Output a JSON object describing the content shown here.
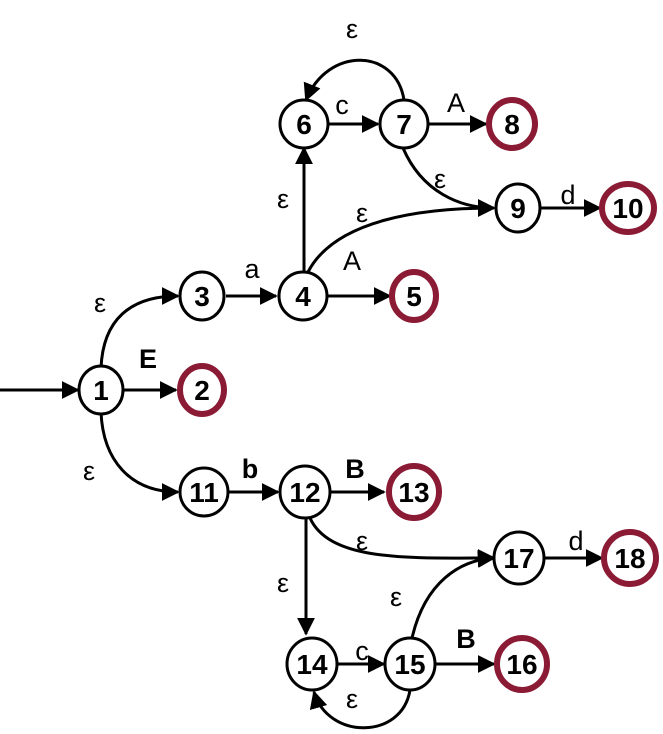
{
  "diagram": {
    "colors": {
      "stroke": "#000000",
      "accepting_stroke": "#8b1a35",
      "fill": "#ffffff"
    },
    "states": [
      {
        "id": "1",
        "label": "1",
        "accepting": false
      },
      {
        "id": "2",
        "label": "2",
        "accepting": true
      },
      {
        "id": "3",
        "label": "3",
        "accepting": false
      },
      {
        "id": "4",
        "label": "4",
        "accepting": false
      },
      {
        "id": "5",
        "label": "5",
        "accepting": true
      },
      {
        "id": "6",
        "label": "6",
        "accepting": false
      },
      {
        "id": "7",
        "label": "7",
        "accepting": false
      },
      {
        "id": "8",
        "label": "8",
        "accepting": true
      },
      {
        "id": "9",
        "label": "9",
        "accepting": false
      },
      {
        "id": "10",
        "label": "10",
        "accepting": true
      },
      {
        "id": "11",
        "label": "11",
        "accepting": false
      },
      {
        "id": "12",
        "label": "12",
        "accepting": false
      },
      {
        "id": "13",
        "label": "13",
        "accepting": true
      },
      {
        "id": "14",
        "label": "14",
        "accepting": false
      },
      {
        "id": "15",
        "label": "15",
        "accepting": false
      },
      {
        "id": "16",
        "label": "16",
        "accepting": true
      },
      {
        "id": "17",
        "label": "17",
        "accepting": false
      },
      {
        "id": "18",
        "label": "18",
        "accepting": true
      }
    ],
    "transitions": [
      {
        "from": "start",
        "to": "1",
        "label": ""
      },
      {
        "from": "1",
        "to": "2",
        "label": "E"
      },
      {
        "from": "1",
        "to": "3",
        "label": "ε"
      },
      {
        "from": "1",
        "to": "11",
        "label": "ε"
      },
      {
        "from": "3",
        "to": "4",
        "label": "a"
      },
      {
        "from": "4",
        "to": "5",
        "label": "A"
      },
      {
        "from": "4",
        "to": "6",
        "label": "ε"
      },
      {
        "from": "4",
        "to": "9",
        "label": "ε"
      },
      {
        "from": "6",
        "to": "7",
        "label": "c"
      },
      {
        "from": "7",
        "to": "6",
        "label": "ε"
      },
      {
        "from": "7",
        "to": "8",
        "label": "A"
      },
      {
        "from": "7",
        "to": "9",
        "label": "ε"
      },
      {
        "from": "9",
        "to": "10",
        "label": "d"
      },
      {
        "from": "11",
        "to": "12",
        "label": "b"
      },
      {
        "from": "12",
        "to": "13",
        "label": "B"
      },
      {
        "from": "12",
        "to": "14",
        "label": "ε"
      },
      {
        "from": "12",
        "to": "17",
        "label": "ε"
      },
      {
        "from": "14",
        "to": "15",
        "label": "c"
      },
      {
        "from": "15",
        "to": "14",
        "label": "ε"
      },
      {
        "from": "15",
        "to": "16",
        "label": "B"
      },
      {
        "from": "15",
        "to": "17",
        "label": "ε"
      },
      {
        "from": "17",
        "to": "18",
        "label": "d"
      }
    ]
  }
}
